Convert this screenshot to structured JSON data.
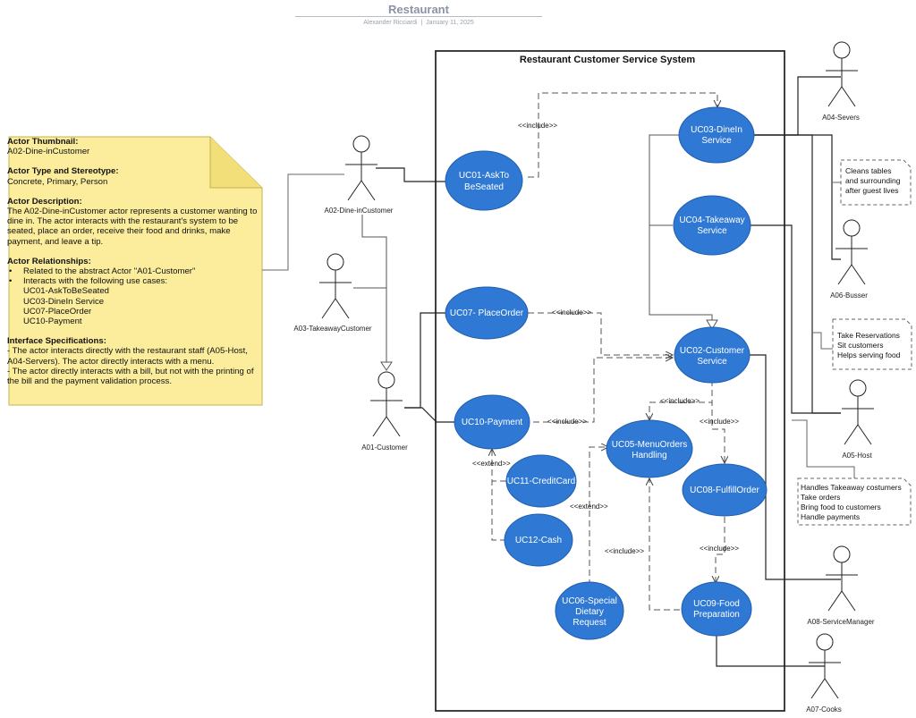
{
  "header": {
    "title": "Restaurant",
    "author": "Alexander Ricciardi",
    "date": "January 11, 2025"
  },
  "system": {
    "title": "Restaurant Customer  Service System"
  },
  "colors": {
    "usecase_fill": "#2f78d3",
    "note_fill": "#fbed9c",
    "note_border": "#c4b252"
  },
  "note": {
    "thumbnail_heading": "Actor Thumbnail:",
    "thumbnail_value": "A02-Dine-inCustomer",
    "type_heading": "Actor Type and Stereotype:",
    "type_value": "Concrete, Primary, Person",
    "description_heading": "Actor Description:",
    "description_lines": [
      "The A02-Dine-inCustomer actor represents a customer wanting to",
      "dine in. The actor interacts with the restaurant's system to be",
      "seated, place an order, receive their food and drinks, make",
      "payment, and leave a tip."
    ],
    "relationships_heading": "Actor Relationships:",
    "relationship_bullets": [
      "Related to the abstract Actor \"A01-Customer\"",
      "Interacts with the following use cases:"
    ],
    "use_case_refs": [
      "UC01-AskToBeSeated",
      "UC03-DineIn Service",
      "UC07-PlaceOrder",
      "UC10-Payment"
    ],
    "interface_heading": "Interface Specifications:",
    "interface_lines": [
      "- The actor interacts directly with the restaurant staff (A05-Host,",
      "A04-Servers). The actor directly interacts with a menu.",
      "- The actor directly interacts with a bill, but not with the printing of",
      "the bill and the payment validation process."
    ]
  },
  "actors": {
    "a02": "A02-Dine-inCustomer",
    "a03": "A03-TakeawayCustomer",
    "a01": "A01-Customer",
    "a04": "A04-Severs",
    "a06": "A06-Busser",
    "a05": "A05-Host",
    "a08": "A08-ServiceManager",
    "a07": "A07-Cooks"
  },
  "use_cases": {
    "uc01": [
      "UC01-AskTo",
      "BeSeated"
    ],
    "uc03": [
      "UC03-DineIn",
      "Service"
    ],
    "uc04": [
      "UC04-Takeaway",
      "Service"
    ],
    "uc07": [
      "UC07- PlaceOrder"
    ],
    "uc02": [
      "UC02-Customer",
      "Service"
    ],
    "uc10": [
      "UC10-Payment"
    ],
    "uc05": [
      "UC05-MenuOrders",
      "Handling"
    ],
    "uc11": [
      "UC11-CreditCard"
    ],
    "uc08": [
      "UC08-FulfillOrder"
    ],
    "uc12": [
      "UC12-Cash"
    ],
    "uc06": [
      "UC06-Special",
      "Dietary",
      "Request"
    ],
    "uc09": [
      "UC09-Food",
      "Preparation"
    ]
  },
  "relation_labels": {
    "include": "<<include>>",
    "extend": "<<extend>>"
  },
  "side_notes": {
    "busser": [
      "Cleans tables",
      "and surrounding",
      "after guest lives"
    ],
    "host": [
      "Take Reservations",
      "Sit customers",
      "Helps serving food"
    ],
    "server": [
      "Handles Takeaway costumers",
      "Take orders",
      "Bring food to customers",
      "Handle payments"
    ]
  }
}
